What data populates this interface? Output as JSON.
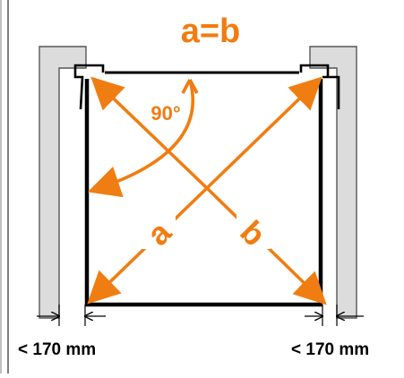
{
  "diagram": {
    "title": "a=b",
    "angle_label": "90°",
    "diagonal_a_label": "a",
    "diagonal_b_label": "b",
    "left_gap_label": "< 170 mm",
    "right_gap_label": "< 170 mm"
  },
  "colors": {
    "accent": "#f07d12",
    "wall_fill": "#dcdcdc",
    "stroke": "#000000",
    "background": "#ffffff"
  }
}
